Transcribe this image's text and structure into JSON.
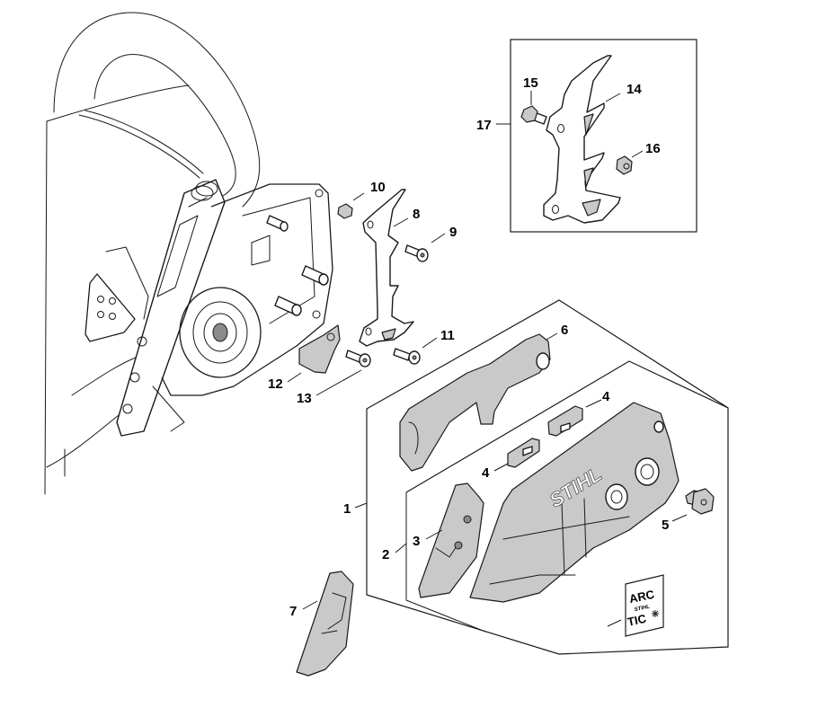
{
  "diagram": {
    "title": "Chain sprocket cover / bumper spikes exploded parts view",
    "brand_logo_text": "STIHL",
    "badge": {
      "line1": "ARC",
      "line2": "STIHL",
      "line3": "TIC",
      "icon": "snowflake-icon"
    },
    "callouts": [
      {
        "id": "1",
        "label": "1",
        "part": "sprocket cover assembly (outer group)"
      },
      {
        "id": "2",
        "label": "2",
        "part": "sprocket cover sub-assembly (inner group)"
      },
      {
        "id": "3",
        "label": "3",
        "part": "tensioner insert"
      },
      {
        "id": "4a",
        "label": "4",
        "part": "slider insert (lower)"
      },
      {
        "id": "4b",
        "label": "4",
        "part": "slider insert (upper)"
      },
      {
        "id": "5",
        "label": "5",
        "part": "collar nut"
      },
      {
        "id": "6",
        "label": "6",
        "part": "chain guard strip"
      },
      {
        "id": "7",
        "label": "7",
        "part": "guide insert"
      },
      {
        "id": "8",
        "label": "8",
        "part": "spiked bumper"
      },
      {
        "id": "9",
        "label": "9",
        "part": "screw"
      },
      {
        "id": "10",
        "label": "10",
        "part": "nut"
      },
      {
        "id": "11",
        "label": "11",
        "part": "screw"
      },
      {
        "id": "12",
        "label": "12",
        "part": "chain catcher"
      },
      {
        "id": "13",
        "label": "13",
        "part": "screw"
      },
      {
        "id": "14",
        "label": "14",
        "part": "spiked bumper (kit)"
      },
      {
        "id": "15",
        "label": "15",
        "part": "hex bolt"
      },
      {
        "id": "16",
        "label": "16",
        "part": "hex nut"
      },
      {
        "id": "17",
        "label": "17",
        "part": "bumper spike kit (inset group)"
      }
    ]
  }
}
